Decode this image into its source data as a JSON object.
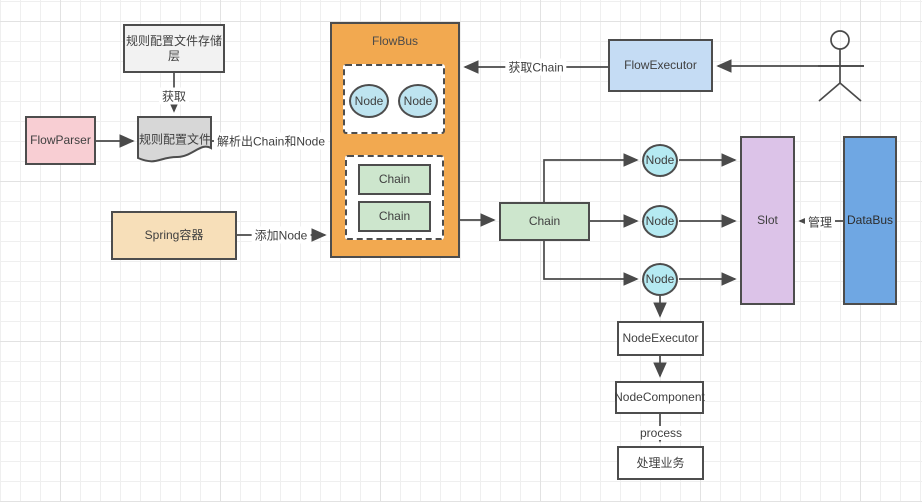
{
  "nodes": {
    "storage": "规则配置文件存储层",
    "flow_parser": "FlowParser",
    "config_file": "规则配置文件",
    "spring_container": "Spring容器",
    "flowbus_title": "FlowBus",
    "flowbus_node_1": "Node",
    "flowbus_node_2": "Node",
    "flowbus_chain_1": "Chain",
    "flowbus_chain_2": "Chain",
    "flow_executor": "FlowExecutor",
    "chain_main": "Chain",
    "node_top": "Node",
    "node_middle": "Node",
    "node_bottom": "Node",
    "slot": "Slot",
    "databus": "DataBus",
    "node_executor": "NodeExecutor",
    "node_component": "NodeComponent",
    "business": "处理业务"
  },
  "edges": {
    "fetch_label": "获取",
    "parse_label": "解析出Chain和Node",
    "add_node_label": "添加Node",
    "get_chain_label": "获取Chain",
    "manage_label": "管理",
    "process_label": "process"
  },
  "colors": {
    "flowbus_fill": "#f2a950",
    "node_fill": "#bee4f0",
    "chain_fill": "#cde6cd",
    "parser_fill": "#f8ced3",
    "spring_fill": "#f7dfb9",
    "executor_fill": "#c5dcf4",
    "slot_fill": "#dcc3e8",
    "databus_fill": "#6fa7e3",
    "document_fill": "#d7d7d7",
    "stroke": "#4d4d4d"
  }
}
